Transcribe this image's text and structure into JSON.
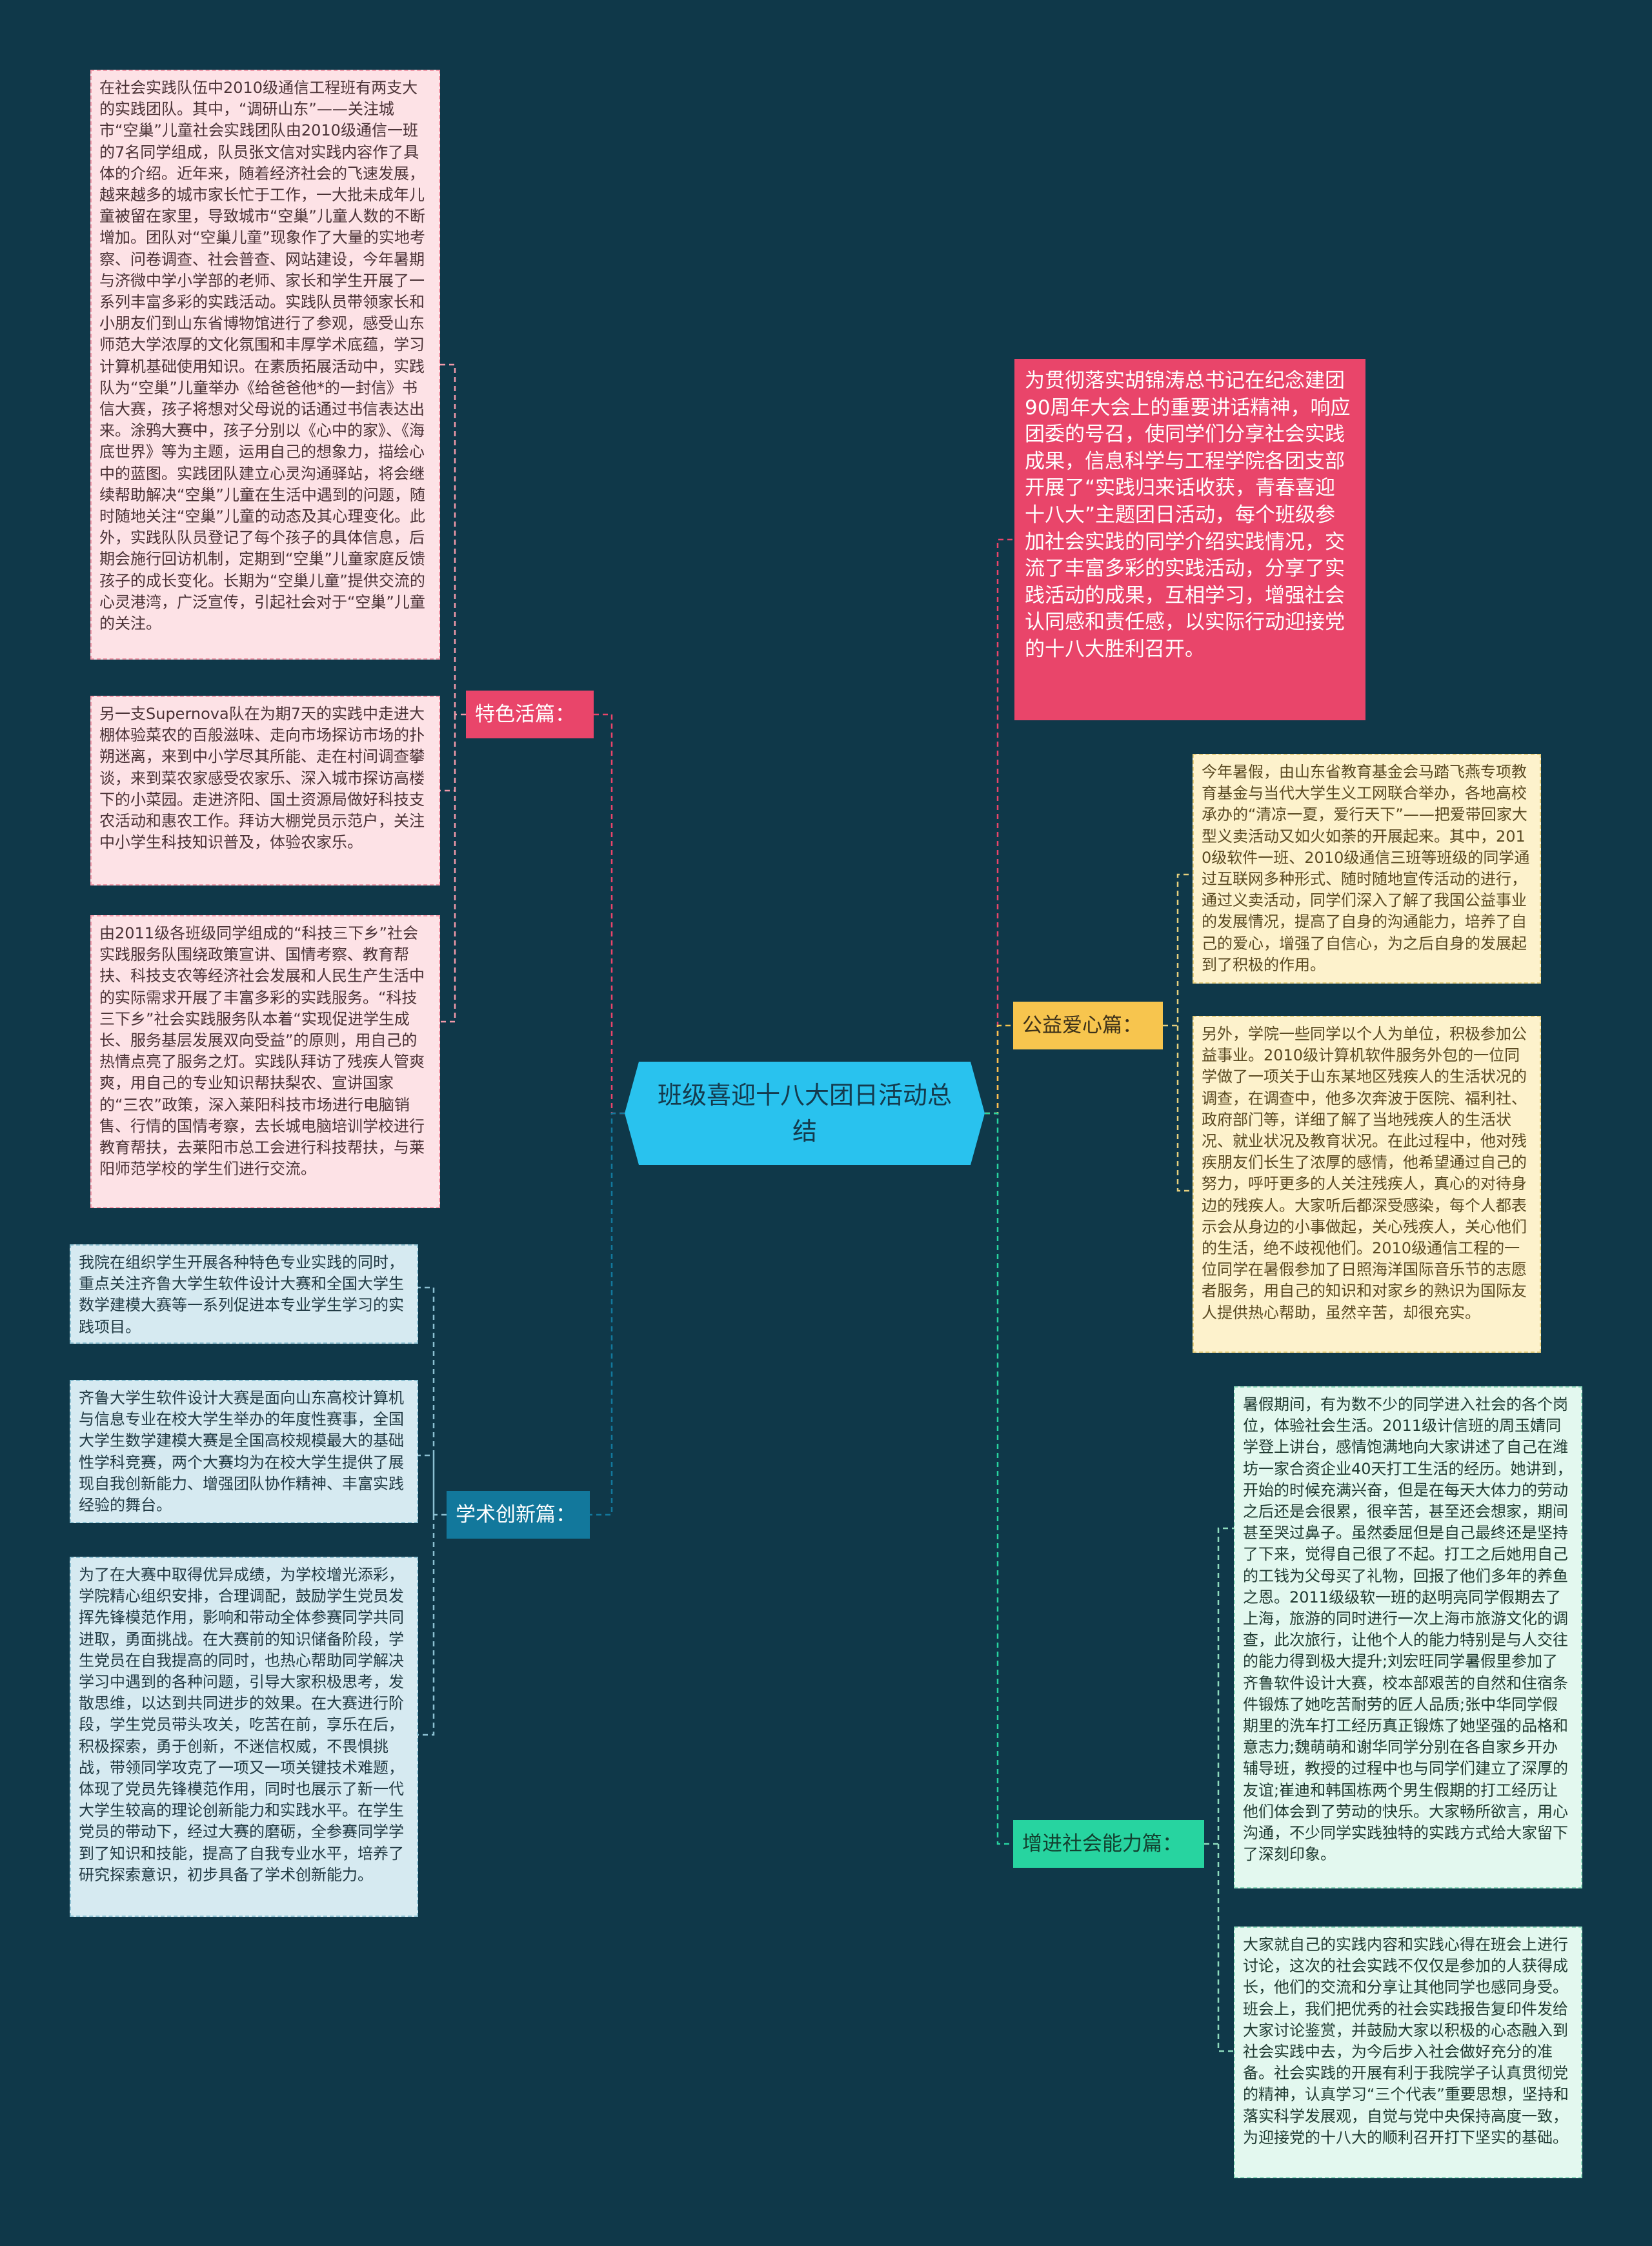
{
  "center": {
    "title": "班级喜迎十八大团日活动总结"
  },
  "intro": "为贯彻落实胡锦涛总书记在纪念建团90周年大会上的重要讲话精神，响应团委的号召，使同学们分享社会实践成果，信息科学与工程学院各团支部开展了“实践归来话收获，青春喜迎十八大”主题团日活动，每个班级参加社会实践的同学介绍实践情况，交流了丰富多彩的实践活动，分享了实践活动的成果，互相学习，增强社会认同感和责任感，以实际行动迎接党的十八大胜利召开。",
  "branches": {
    "tese": {
      "label": "特色活篇：",
      "items": [
        "在社会实践队伍中2010级通信工程班有两支大的实践团队。其中，“调研山东”——关注城市“空巢”儿童社会实践团队由2010级通信一班的7名同学组成，队员张文信对实践内容作了具体的介绍。近年来，随着经济社会的飞速发展，越来越多的城市家长忙于工作，一大批未成年儿童被留在家里，导致城市“空巢”儿童人数的不断增加。团队对“空巢儿童”现象作了大量的实地考察、问卷调查、社会普查、网站建设，今年暑期与济微中学小学部的老师、家长和学生开展了一系列丰富多彩的实践活动。实践队员带领家长和小朋友们到山东省博物馆进行了参观，感受山东师范大学浓厚的文化氛围和丰厚学术底蕴，学习计算机基础使用知识。在素质拓展活动中，实践队为“空巢”儿童举办《给爸爸他*的一封信》书信大赛，孩子将想对父母说的话通过书信表达出来。涂鸦大赛中，孩子分别以《心中的家》、《海底世界》等为主题，运用自己的想象力，描绘心中的蓝图。实践团队建立心灵沟通驿站，将会继续帮助解决“空巢”儿童在生活中遇到的问题，随时随地关注“空巢”儿童的动态及其心理变化。此外，实践队队员登记了每个孩子的具体信息，后期会施行回访机制，定期到“空巢”儿童家庭反馈孩子的成长变化。长期为“空巢儿童”提供交流的心灵港湾，广泛宣传，引起社会对于“空巢”儿童的关注。",
        "另一支Supernova队在为期7天的实践中走进大棚体验菜农的百般滋味、走向市场探访市场的扑朔迷离，来到中小学尽其所能、走在村间调查攀谈，来到菜农家感受农家乐、深入城市探访高楼下的小菜园。走进济阳、国土资源局做好科技支农活动和惠农工作。拜访大棚党员示范户，关注中小学生科技知识普及，体验农家乐。",
        "由2011级各班级同学组成的“科技三下乡”社会实践服务队围绕政策宣讲、国情考察、教育帮扶、科技支农等经济社会发展和人民生产生活中的实际需求开展了丰富多彩的实践服务。“科技三下乡”社会实践服务队本着“实现促进学生成长、服务基层发展双向受益”的原则，用自己的热情点亮了服务之灯。实践队拜访了残疾人管爽爽，用自己的专业知识帮扶梨农、宣讲国家的“三农”政策，深入莱阳科技市场进行电脑销售、行情的国情考察，去长城电脑培训学校进行教育帮扶，去莱阳市总工会进行科技帮扶，与莱阳师范学校的学生们进行交流。"
      ]
    },
    "xueshu": {
      "label": "学术创新篇：",
      "items": [
        "我院在组织学生开展各种特色专业实践的同时，重点关注齐鲁大学生软件设计大赛和全国大学生数学建模大赛等一系列促进本专业学生学习的实践项目。",
        "齐鲁大学生软件设计大赛是面向山东高校计算机与信息专业在校大学生举办的年度性赛事，全国大学生数学建模大赛是全国高校规模最大的基础性学科竞赛，两个大赛均为在校大学生提供了展现自我创新能力、增强团队协作精神、丰富实践经验的舞台。",
        "为了在大赛中取得优异成绩，为学校增光添彩，学院精心组织安排，合理调配，鼓励学生党员发挥先锋模范作用，影响和带动全体参赛同学共同进取，勇面挑战。在大赛前的知识储备阶段，学生党员在自我提高的同时，也热心帮助同学解决学习中遇到的各种问题，引导大家积极思考，发散思维，以达到共同进步的效果。在大赛进行阶段，学生党员带头攻关，吃苦在前，享乐在后，积极探索，勇于创新，不迷信权威，不畏惧挑战，带领同学攻克了一项又一项关键技术难题，体现了党员先锋模范作用，同时也展示了新一代大学生较高的理论创新能力和实践水平。在学生党员的带动下，经过大赛的磨砺，全参赛同学学到了知识和技能，提高了自我专业水平，培养了研究探索意识，初步具备了学术创新能力。"
      ]
    },
    "gongyi": {
      "label": "公益爱心篇：",
      "items": [
        "今年暑假，由山东省教育基金会马踏飞燕专项教育基金与当代大学生义工网联合举办，各地高校承办的“清凉一夏，爱行天下”——把爱带回家大型义卖活动又如火如荼的开展起来。其中，2010级软件一班、2010级通信三班等班级的同学通过互联网多种形式、随时随地宣传活动的进行，通过义卖活动，同学们深入了解了我国公益事业的发展情况，提高了自身的沟通能力，培养了自己的爱心，增强了自信心，为之后自身的发展起到了积极的作用。",
        "另外，学院一些同学以个人为单位，积极参加公益事业。2010级计算机软件服务外包的一位同学做了一项关于山东某地区残疾人的生活状况的调查，在调查中，他多次奔波于医院、福利社、政府部门等，详细了解了当地残疾人的生活状况、就业状况及教育状况。在此过程中，他对残疾朋友们长生了浓厚的感情，他希望通过自己的努力，呼吁更多的人关注残疾人，真心的对待身边的残疾人。大家听后都深受感染，每个人都表示会从身边的小事做起，关心残疾人，关心他们的生活，绝不歧视他们。2010级通信工程的一位同学在暑假参加了日照海洋国际音乐节的志愿者服务，用自己的知识和对家乡的熟识为国际友人提供热心帮助，虽然辛苦，却很充实。"
      ]
    },
    "zengjin": {
      "label": "增进社会能力篇：",
      "items": [
        "暑假期间，有为数不少的同学进入社会的各个岗位，体验社会生活。2011级计信班的周玉婧同学登上讲台，感情饱满地向大家讲述了自己在潍坊一家合资企业40天打工生活的经历。她讲到，开始的时候充满兴奋，但是在每天大体力的劳动之后还是会很累，很辛苦，甚至还会想家，期间甚至哭过鼻子。虽然委屈但是自己最终还是坚持了下来，觉得自己很了不起。打工之后她用自己的工钱为父母买了礼物，回报了他们多年的养鱼之恩。2011级级软一班的赵明亮同学假期去了上海，旅游的同时进行一次上海市旅游文化的调查，此次旅行，让他个人的能力特别是与人交往的能力得到极大提升;刘宏旺同学暑假里参加了齐鲁软件设计大赛，校本部艰苦的自然和住宿条件锻炼了她吃苦耐劳的匠人品质;张中华同学假期里的洗车打工经历真正锻炼了她坚强的品格和意志力;魏萌萌和谢华同学分别在各自家乡开办辅导班，教授的过程中也与同学们建立了深厚的友谊;崔迪和韩国栋两个男生假期的打工经历让他们体会到了劳动的快乐。大家畅所欲言，用心沟通，不少同学实践独特的实践方式给大家留下了深刻印象。",
        "大家就自己的实践内容和实践心得在班会上进行讨论，这次的社会实践不仅仅是参加的人获得成长，他们的交流和分享让其他同学也感同身受。班会上，我们把优秀的社会实践报告复印件发给大家讨论鉴赏，并鼓励大家以积极的心态融入到社会实践中去，为今后步入社会做好充分的准备。社会实践的开展有利于我院学子认真贯彻党的精神，认真学习“三个代表”重要思想，坚持和落实科学发展观，自觉与党中央保持高度一致，为迎接党的十八大的顺利召开打下坚实的基础。"
      ]
    },
    "colors": {
      "background": "#0f3849",
      "center": "#29c2ee",
      "pink": "#e9456a",
      "blue": "#12789c",
      "yellow": "#f7c54e",
      "green": "#27d4a0"
    }
  }
}
